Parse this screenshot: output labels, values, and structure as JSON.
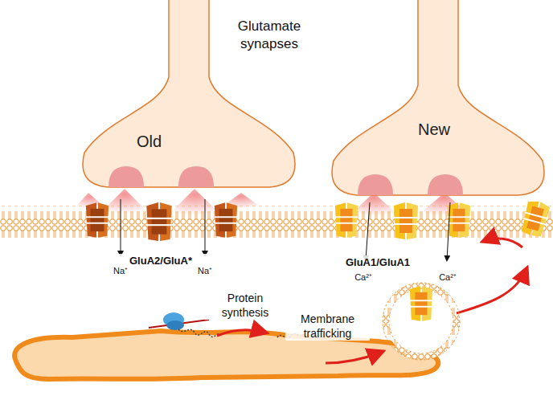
{
  "diagram": {
    "title": "Glutamate synapses",
    "nodes": [
      {
        "text": [
          "Old"
        ]
      },
      {
        "text": [
          "New"
        ]
      }
    ],
    "labels": [
      "GluA2/GluA*",
      "Na⁺",
      "Na⁺",
      "GluA1/GluA1",
      "Ca²⁺",
      "Ca²⁺",
      "Protein synthesis",
      "Membrane trafficking"
    ]
  }
}
